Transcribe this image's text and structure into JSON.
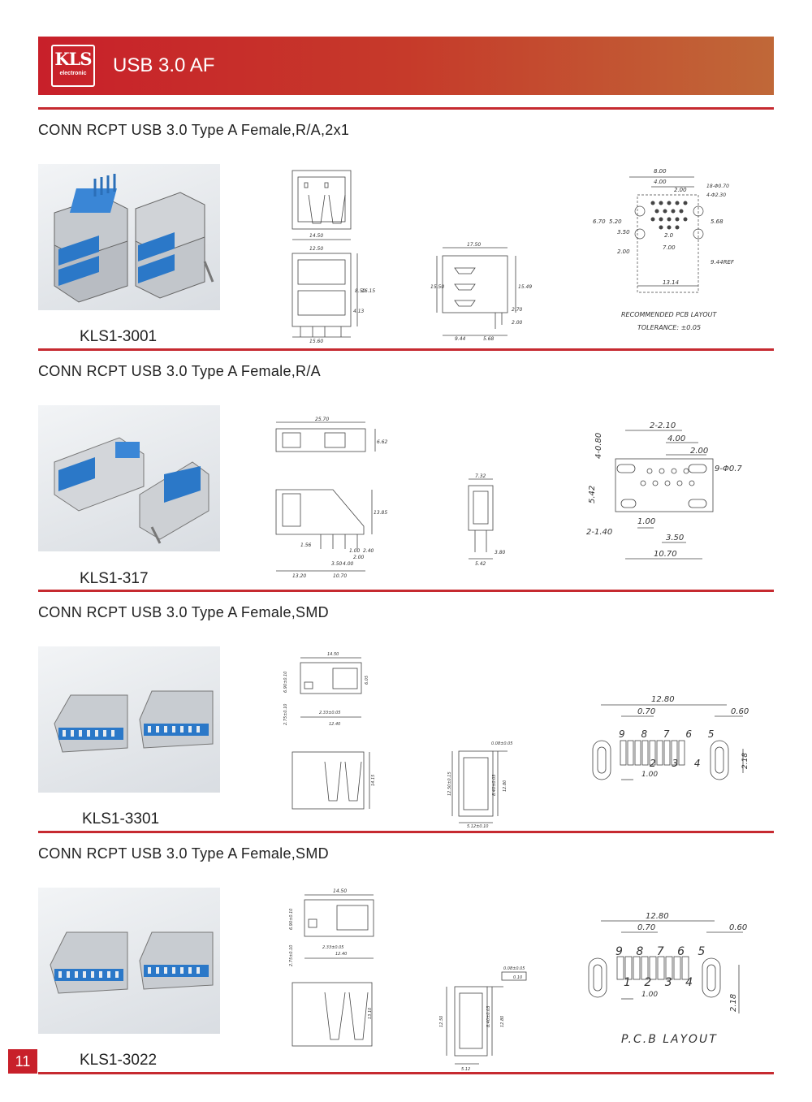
{
  "header": {
    "logo_main": "KLS",
    "logo_sub": "electronic",
    "title": "USB 3.0 AF"
  },
  "page_number": "11",
  "products": [
    {
      "title": "CONN RCPT USB 3.0 Type A Female,R/A,2x1",
      "part": "KLS1-3001",
      "dims": {
        "d1": "14.50",
        "d2": "12.50",
        "d3": "8.50",
        "d4": "16.15",
        "d5": "4.13",
        "d6": "15.60",
        "d7": "17.50",
        "d8": "15.50",
        "d9": "15.49",
        "d10": "2.70",
        "d11": "2.00",
        "d12": "9.44",
        "d13": "5.68"
      },
      "pcb": {
        "a": "8.00",
        "b": "4.00",
        "c": "2.00",
        "d": "18-Φ0.70",
        "e": "4-Φ2.30",
        "f": "6.70",
        "g": "5.20",
        "h": "3.50",
        "i": "5.68",
        "j": "2.0",
        "k": "7.00",
        "l": "2.00",
        "m": "9.44REF",
        "n": "13.14",
        "note1": "RECOMMENDED PCB LAYOUT",
        "note2": "TOLERANCE: ±0.05"
      }
    },
    {
      "title": "CONN RCPT USB 3.0 Type A Female,R/A",
      "part": "KLS1-317",
      "dims": {
        "d1": "25.70",
        "d2": "6.62",
        "d3": "13.85",
        "d4": "1.56",
        "d5": "1.00",
        "d6": "2.00",
        "d7": "3.50",
        "d8": "4.00",
        "d9": "2.40",
        "d10": "13.20",
        "d11": "10.70",
        "d12": "7.32",
        "d13": "3.80",
        "d14": "5.42"
      },
      "pcb": {
        "a": "2-2.10",
        "b": "4.00",
        "c": "2.00",
        "d": "4-0.80",
        "e": "9-Φ0.7",
        "f": "5.42",
        "g": "1.00",
        "h": "2-1.40",
        "i": "3.50",
        "j": "10.70"
      }
    },
    {
      "title": "CONN RCPT USB 3.0 Type A Female,SMD",
      "part": "KLS1-3301",
      "dims": {
        "d1": "14.50",
        "d2": "6.90±0.10",
        "d3": "6.05",
        "d4": "2.75±0.10",
        "d5": "2.33±0.05",
        "d6": "12.40",
        "d7": "14.15",
        "d8": "0.08±0.05",
        "d9": "12.50±0.15",
        "d10": "8.40±0.03",
        "d11": "12.80",
        "d12": "5.12±0.10"
      },
      "pcb": {
        "a": "12.80",
        "b": "0.70",
        "c": "0.60",
        "top_pins": "9 8 7 6 5",
        "bot_pins": "2 3 4",
        "d": "1.00",
        "e": "2.18"
      }
    },
    {
      "title": "CONN RCPT USB 3.0 Type A Female,SMD",
      "part": "KLS1-3022",
      "dims": {
        "d1": "14.50",
        "d2": "6.90±0.10",
        "d3": "2.75±0.10",
        "d4": "2.33±0.05",
        "d5": "12.40",
        "d6": "13.10",
        "d7": "0.08±0.05",
        "d8": "0.10",
        "d9": "12.50",
        "d10": "8.40±0.03",
        "d11": "12.80",
        "d12": "5.12"
      },
      "pcb": {
        "a": "12.80",
        "b": "0.70",
        "c": "0.60",
        "top_pins": "9 8 7 6 5",
        "bot_pins": "1 2 3 4",
        "d": "1.00",
        "e": "2.18",
        "note": "P.C.B LAYOUT"
      }
    }
  ]
}
